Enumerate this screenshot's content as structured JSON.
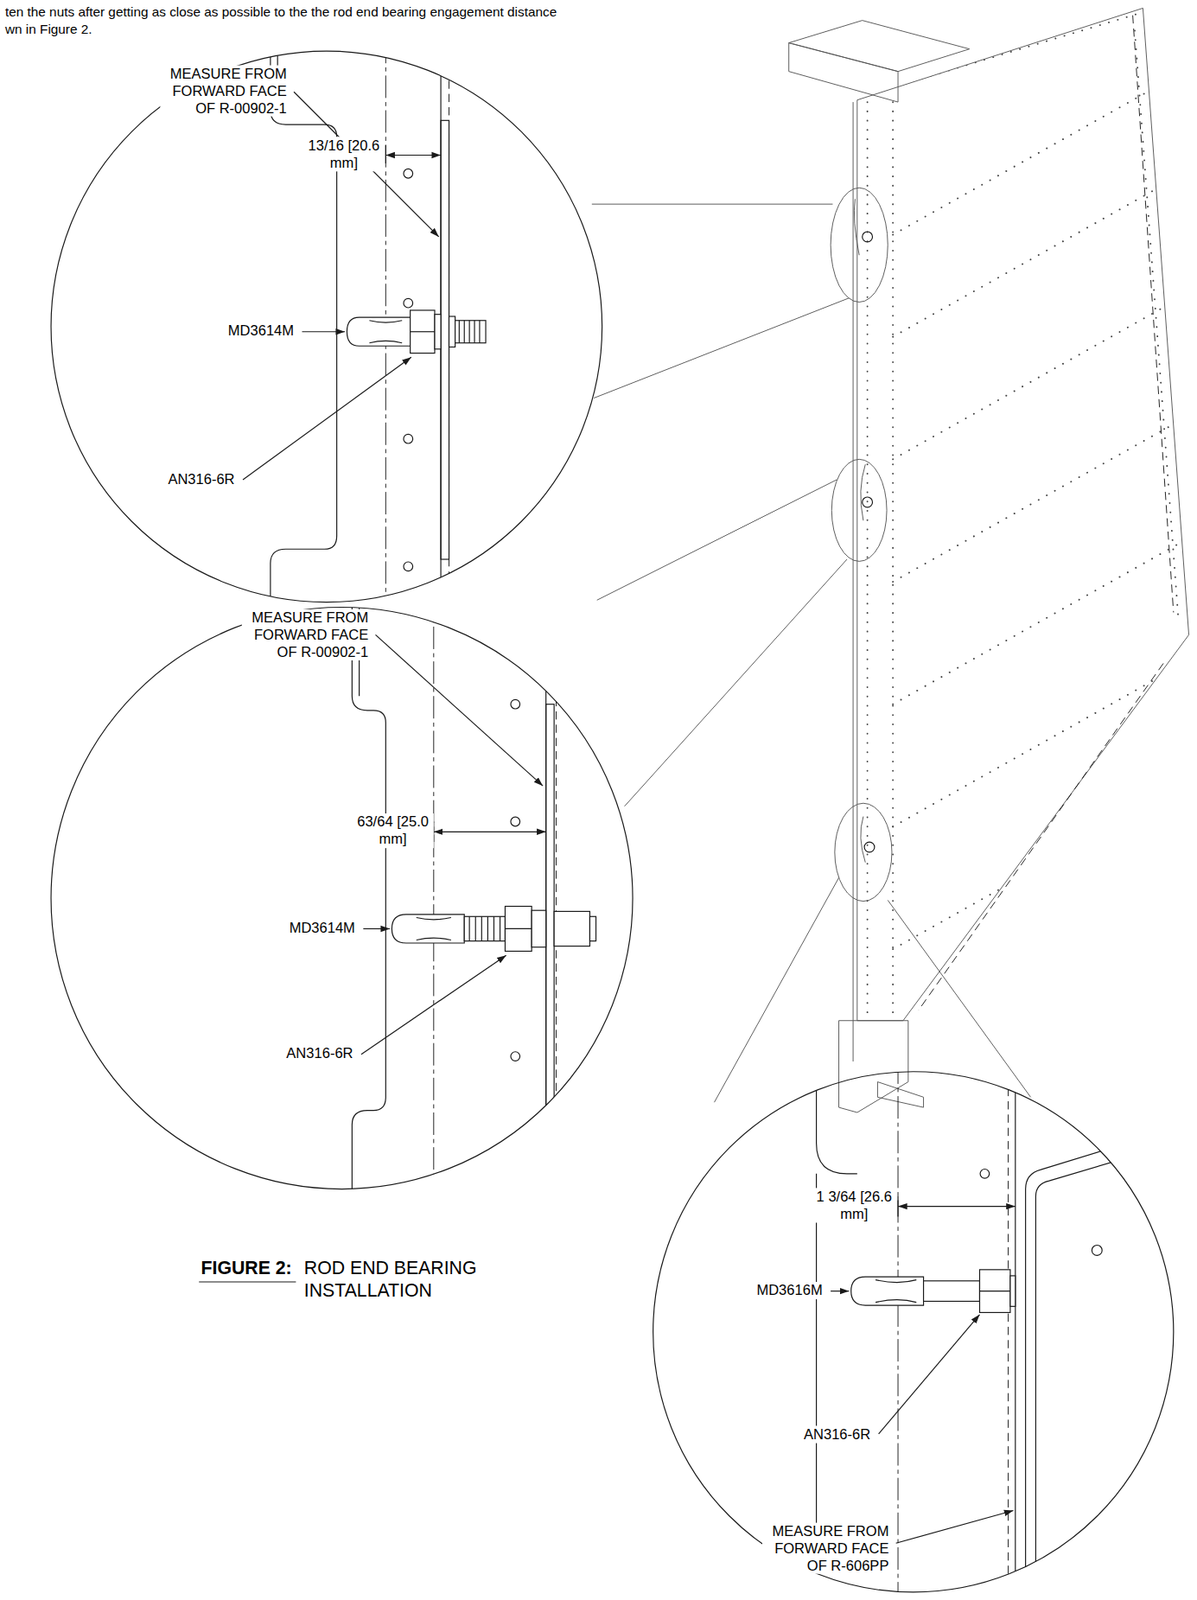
{
  "diagram": {
    "labels": [
      "ten the nuts after getting as close as possible to the the rod end bearing engagement distance",
      "wn in Figure 2.",
      "MEASURE FROM FORWARD FACE OF R-00902-1",
      "13/16 [20.6 mm]",
      "MD3614M",
      "AN316-6R",
      "MEASURE FROM FORWARD FACE OF R-00902-1",
      "63/64 [25.0 mm]",
      "MD3614M",
      "AN316-6R",
      "FIGURE 2:",
      "ROD END BEARING INSTALLATION",
      "1 3/64 [26.6 mm]",
      "MD3616M",
      "AN316-6R",
      "MEASURE FROM FORWARD FACE OF R-606PP"
    ]
  }
}
